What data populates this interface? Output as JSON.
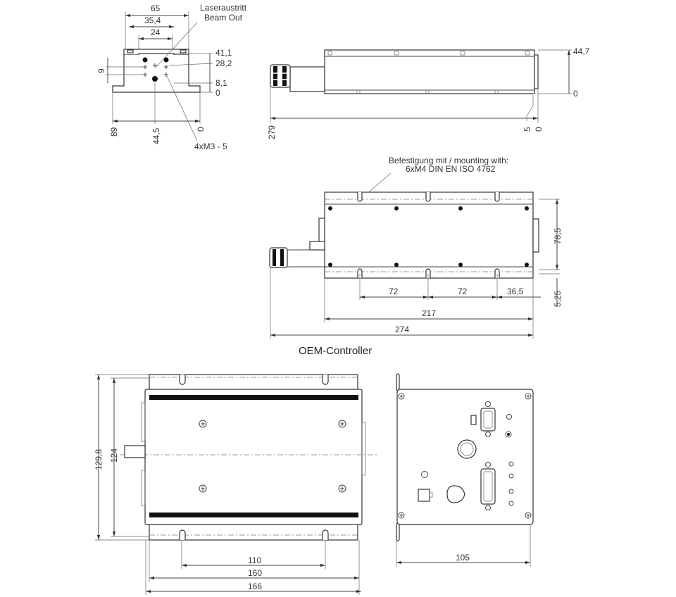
{
  "end_view": {
    "dims_top": [
      "65",
      "35,4",
      "24"
    ],
    "callout_line1": "Laseraustritt",
    "callout_line2": "Beam Out",
    "heights": [
      "41,1",
      "28,2",
      "8,1",
      "0"
    ],
    "left_dim": "9",
    "bottom": [
      "89",
      "44,5",
      "0"
    ],
    "thread_note": "4xM3 - 5"
  },
  "side_view": {
    "height_top": "44,7",
    "height_bottom": "0",
    "length": "279",
    "offset": "5",
    "zero": "0"
  },
  "top_view": {
    "callout_line1": "Befestigung mit / mounting with:",
    "callout_line2": "6xM4 DIN EN ISO 4762",
    "width": "78,5",
    "edge": "5,25",
    "pitch1": "72",
    "pitch2": "72",
    "end_offset": "36,5",
    "body_length": "217",
    "overall_length": "274"
  },
  "controller": {
    "title": "OEM-Controller",
    "height_outer": "129,8",
    "height_inner": "124",
    "slot_spacing": "110",
    "body_length": "160",
    "overall_length": "166",
    "panel_width": "105"
  }
}
